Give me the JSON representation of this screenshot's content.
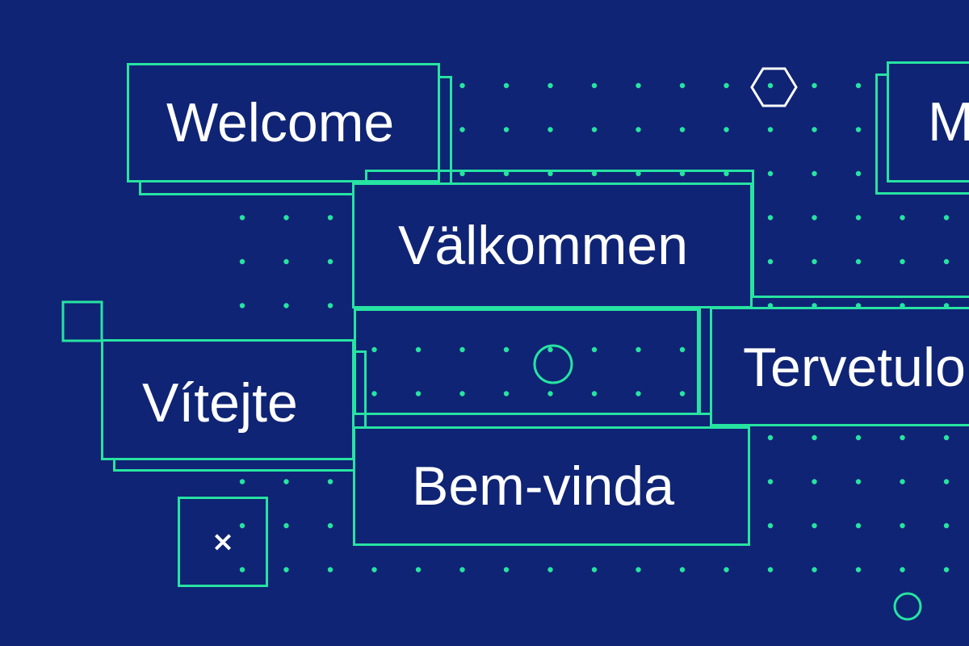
{
  "accent_color": "#27e3a2",
  "background_color": "#0f2474",
  "text_color": "#ffffff",
  "greetings": {
    "welcome": "Welcome",
    "valkommen": "Välkommen",
    "vitejte": "Vítejte",
    "tervetuloa_partial": "Tervetulo",
    "bem_vinda": "Bem-vinda",
    "partial_top_right": "M"
  },
  "close_glyph": "×",
  "icons": [
    "hexagon-icon",
    "circle-icon",
    "square-icon",
    "close-icon"
  ]
}
